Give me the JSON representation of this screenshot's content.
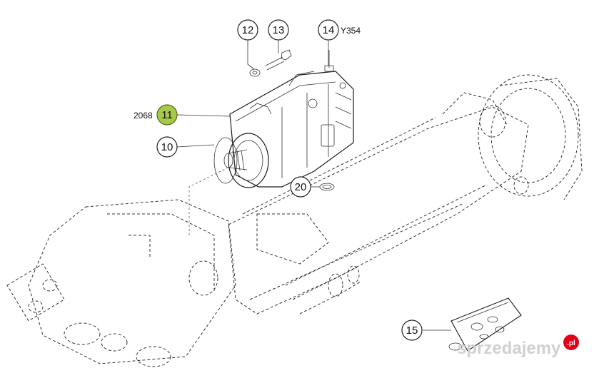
{
  "callouts": [
    {
      "id": "12",
      "label": "12"
    },
    {
      "id": "13",
      "label": "13"
    },
    {
      "id": "14",
      "label": "14",
      "ref": "Y354"
    },
    {
      "id": "11",
      "label": "11",
      "ref": "2068",
      "highlight": true
    },
    {
      "id": "10",
      "label": "10"
    },
    {
      "id": "20",
      "label": "20"
    },
    {
      "id": "15",
      "label": "15"
    }
  ],
  "watermark": {
    "text": "sprzedajemy",
    "badge": ".pl"
  },
  "colors": {
    "highlight": "#a6c94a",
    "lines": "#1a1a1a",
    "watermark": "#d0d0d0",
    "badge": "#e2001a"
  }
}
